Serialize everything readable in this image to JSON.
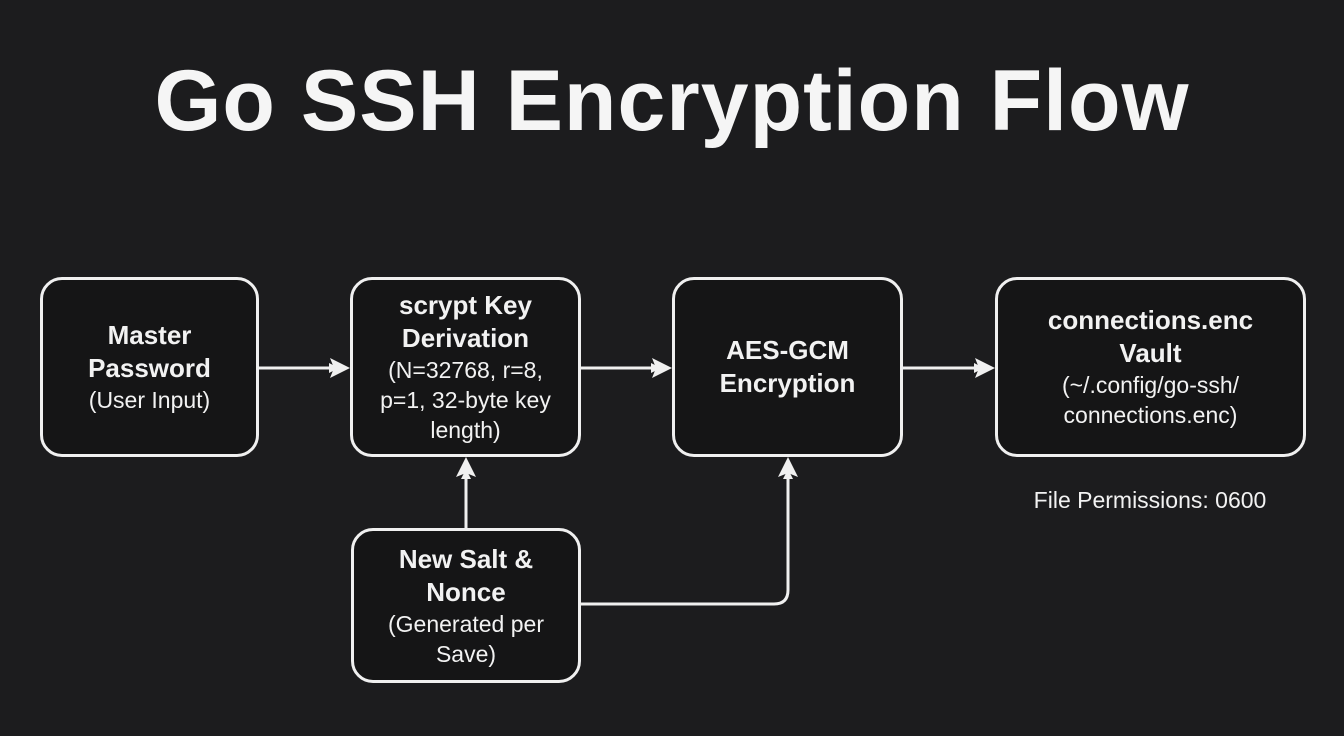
{
  "title": "Go SSH Encryption Flow",
  "nodes": {
    "master": {
      "title": [
        "Master",
        "Password"
      ],
      "sub": [
        "(User Input)"
      ]
    },
    "scrypt": {
      "title": [
        "scrypt Key",
        "Derivation"
      ],
      "sub": [
        "(N=32768, r=8,",
        "p=1, 32-byte key",
        "length)"
      ]
    },
    "aes": {
      "title": [
        "AES-GCM",
        "Encryption"
      ]
    },
    "vault": {
      "title": [
        "connections.enc",
        "Vault"
      ],
      "sub": [
        "(~/.config/go-ssh/",
        "connections.enc)"
      ]
    },
    "salt": {
      "title": [
        "New Salt &",
        "Nonce"
      ],
      "sub": [
        "(Generated per",
        "Save)"
      ]
    }
  },
  "note": "File Permissions: 0600"
}
